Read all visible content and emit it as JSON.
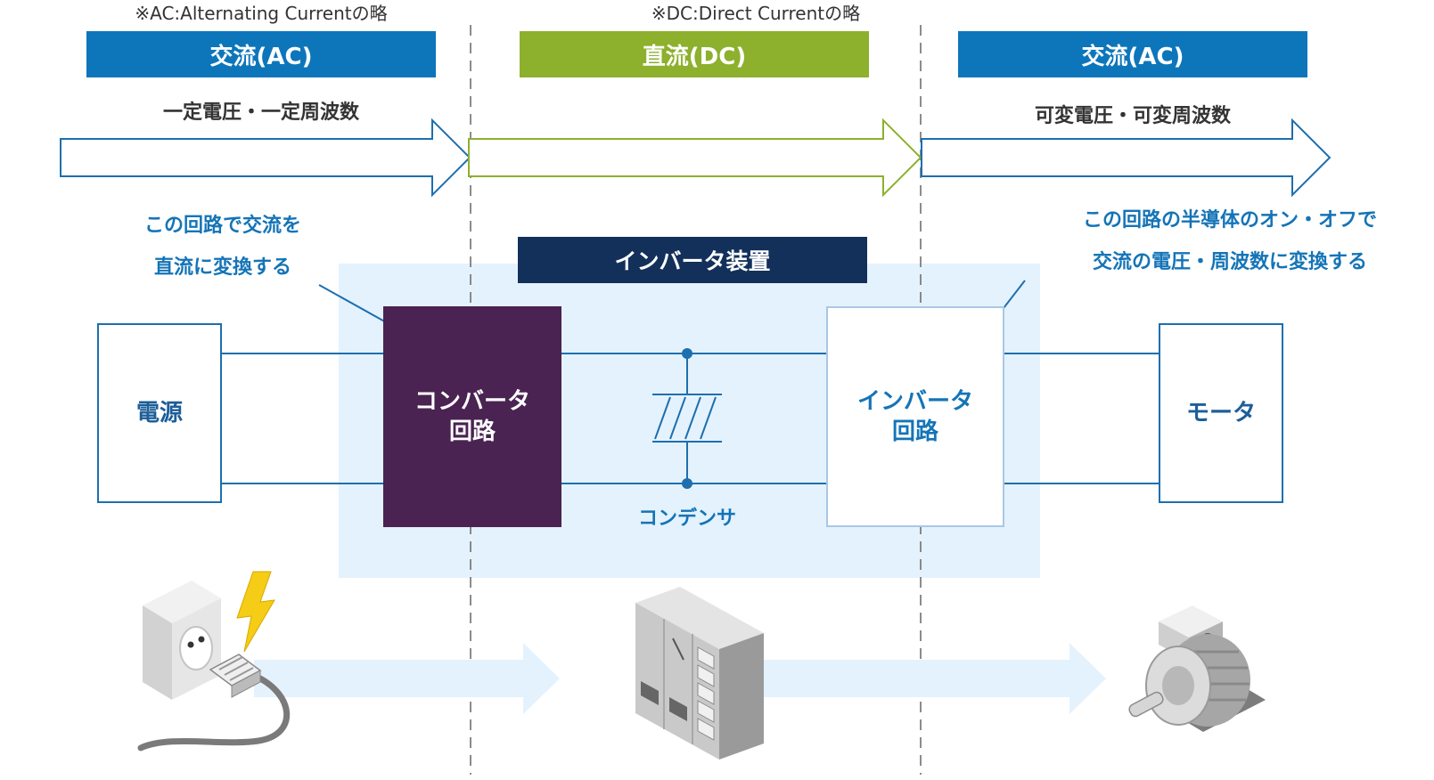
{
  "notes": {
    "ac_note": "※AC:Alternating Currentの略",
    "dc_note": "※DC:Direct Currentの略"
  },
  "headers": {
    "ac_left": "交流(AC)",
    "dc": "直流(DC)",
    "ac_right": "交流(AC)"
  },
  "subtitles": {
    "left": "一定電圧・一定周波数",
    "right": "可変電圧・可変周波数"
  },
  "annotations": {
    "converter_line1": "この回路で交流を",
    "converter_line2": "直流に変換する",
    "inverter_line1": "この回路の半導体のオン・オフで",
    "inverter_line2": "交流の電圧・周波数に変換する"
  },
  "device_title": "インバータ装置",
  "blocks": {
    "power_source": "電源",
    "converter_line1": "コンバータ",
    "converter_line2": "回路",
    "inverter_line1": "インバータ",
    "inverter_line2": "回路",
    "motor": "モータ"
  },
  "capacitor_label": "コンデンサ",
  "icons": [
    "power-outlet-plug-icon",
    "lightning-bolt-icon",
    "inverter-cabinet-icon",
    "electric-motor-icon"
  ],
  "colors": {
    "ac_blue": "#0d76bb",
    "dc_green": "#8db02d",
    "navy": "#12305a",
    "converter_purple": "#4a2352",
    "panel_bg": "#e4f2fd",
    "annotation_blue": "#1474b7",
    "line_blue": "#1d6fae"
  }
}
